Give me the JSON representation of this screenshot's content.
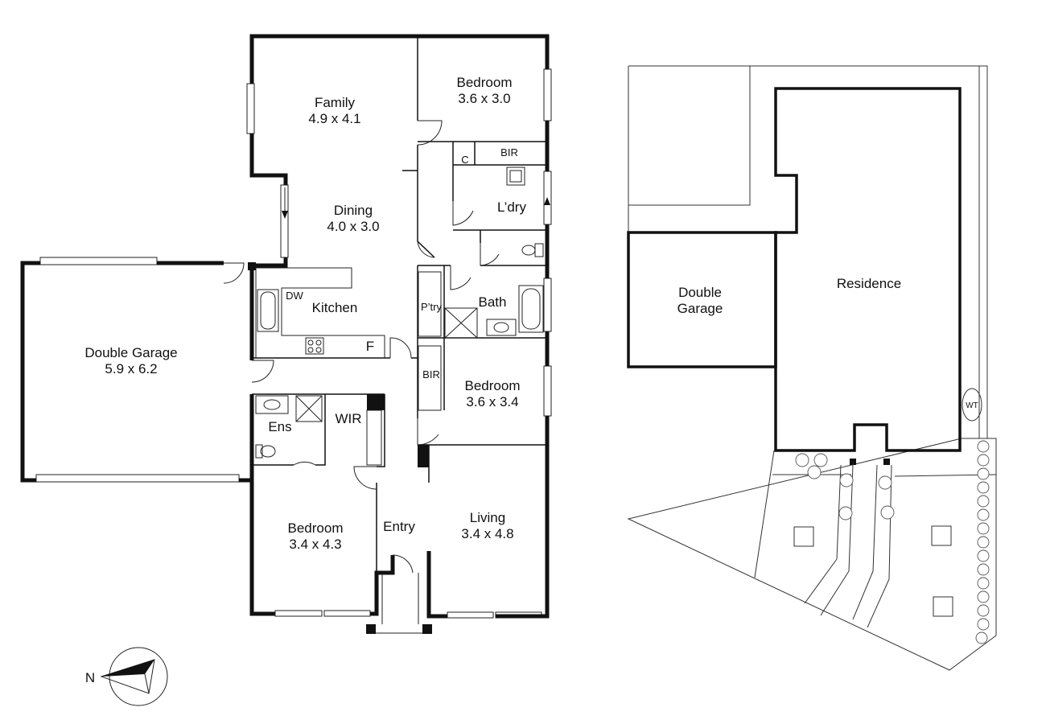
{
  "floor_plan": {
    "rooms": {
      "family": {
        "name": "Family",
        "dims": "4.9 x 4.1"
      },
      "bedroom_ne": {
        "name": "Bedroom",
        "dims": "3.6 x 3.0"
      },
      "dining": {
        "name": "Dining",
        "dims": "4.0 x 3.0"
      },
      "laundry": {
        "name": "L’dry"
      },
      "bir_top": {
        "name": "BIR"
      },
      "cupboard": {
        "name": "C"
      },
      "kitchen": {
        "name": "Kitchen"
      },
      "dishwasher": {
        "name": "DW"
      },
      "fridge": {
        "name": "F"
      },
      "pantry": {
        "name": "P’try"
      },
      "bath": {
        "name": "Bath"
      },
      "garage": {
        "name": "Double Garage",
        "dims": "5.9 x 6.2"
      },
      "bir_mid": {
        "name": "BIR"
      },
      "bedroom_mid": {
        "name": "Bedroom",
        "dims": "3.6 x 3.4"
      },
      "ensuite": {
        "name": "Ens"
      },
      "wir": {
        "name": "WIR"
      },
      "bedroom_sw": {
        "name": "Bedroom",
        "dims": "3.4 x 4.3"
      },
      "entry": {
        "name": "Entry"
      },
      "living": {
        "name": "Living",
        "dims": "3.4 x 4.8"
      }
    },
    "compass": {
      "label": "N"
    }
  },
  "site_plan": {
    "garage": {
      "line1": "Double",
      "line2": "Garage"
    },
    "residence": {
      "name": "Residence"
    },
    "water_tank": {
      "name": "WT"
    }
  }
}
